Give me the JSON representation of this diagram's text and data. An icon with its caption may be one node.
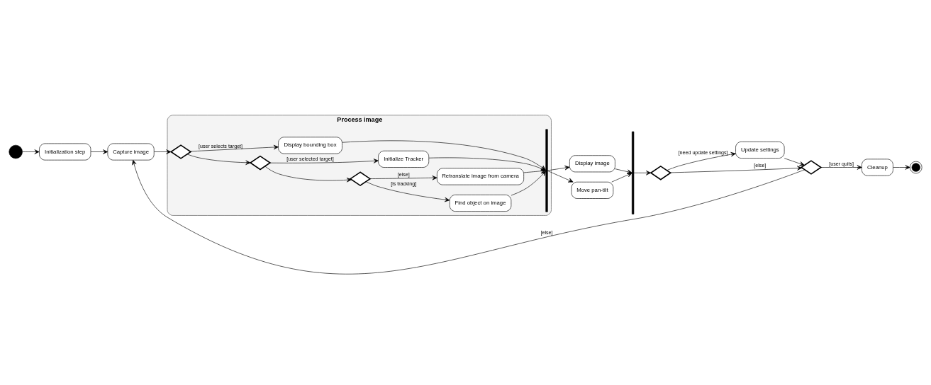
{
  "diagram": {
    "nodes": [
      {
        "text": [],
        "shape": "circle"
      },
      {
        "text": [
          "Initialization step"
        ]
      },
      {
        "text": [
          "Capture image"
        ]
      },
      {
        "text": [
          "Process image"
        ]
      },
      {
        "text": [],
        "shape": "diamond",
        "in": 3
      },
      {
        "text": [],
        "shape": "diamond",
        "in": 3
      },
      {
        "text": [],
        "shape": "diamond",
        "in": 3
      },
      {
        "text": [
          "Display bounding box"
        ],
        "in": 3
      },
      {
        "text": [
          "Initialize Tracker"
        ],
        "in": 3
      },
      {
        "text": [
          "Find object on image"
        ],
        "in": 3
      },
      {
        "text": [
          "Retranslate image from camera"
        ],
        "in": 3
      },
      {
        "text": [],
        "shape": "bar",
        "in": 3
      },
      {
        "text": [
          "Display image"
        ]
      },
      {
        "text": [
          "Move pan-tilt"
        ]
      },
      {
        "text": [],
        "shape": "bar"
      },
      {
        "text": [],
        "shape": "diamond"
      },
      {
        "text": [
          "Update settings"
        ]
      },
      {
        "text": [],
        "shape": "diamond"
      },
      {
        "text": [
          "Cleanup"
        ]
      },
      {
        "text": [],
        "shape": "bullseye"
      }
    ],
    "edges": [
      {
        "from": 0,
        "to": 1,
        "arrow": "to"
      },
      {
        "from": 1,
        "to": 2,
        "arrow": "to"
      },
      {
        "from": 2,
        "to": 4,
        "arrow": "to"
      },
      {
        "from": 4,
        "to": 7,
        "arrow": "to",
        "label": "[user selects target]"
      },
      {
        "from": 4,
        "to": 5,
        "arrow": "to"
      },
      {
        "from": 5,
        "to": 8,
        "arrow": "to",
        "label": "[user selected target]"
      },
      {
        "from": 5,
        "to": 6,
        "arrow": "to"
      },
      {
        "from": 6,
        "to": 9,
        "arrow": "to",
        "label": "[is tracking]"
      },
      {
        "from": 6,
        "to": 10,
        "arrow": "to",
        "label": "[else]"
      },
      {
        "from": 7,
        "to": 11,
        "arrow": "to"
      },
      {
        "from": 8,
        "to": 11,
        "arrow": "to"
      },
      {
        "from": 9,
        "to": 11,
        "arrow": "to"
      },
      {
        "from": 10,
        "to": 11,
        "arrow": "to"
      },
      {
        "from": 11,
        "to": 12,
        "arrow": "to"
      },
      {
        "from": 11,
        "to": 13,
        "arrow": "to"
      },
      {
        "from": 12,
        "to": 14,
        "arrow": "to"
      },
      {
        "from": 13,
        "to": 14,
        "arrow": "to"
      },
      {
        "from": 14,
        "to": 15,
        "arrow": "to"
      },
      {
        "from": 15,
        "to": 17,
        "arrow": "to",
        "label": "[else]"
      },
      {
        "from": 15,
        "to": 16,
        "arrow": "to",
        "label": "[need update settings]"
      },
      {
        "from": 16,
        "to": 17,
        "arrow": "to"
      },
      {
        "from": 17,
        "to": 2,
        "arrow": "to",
        "label": "[else]"
      },
      {
        "from": 17,
        "to": 18,
        "arrow": "to",
        "label": "[user quits]"
      },
      {
        "from": 18,
        "to": 19,
        "arrow": "to"
      }
    ]
  }
}
